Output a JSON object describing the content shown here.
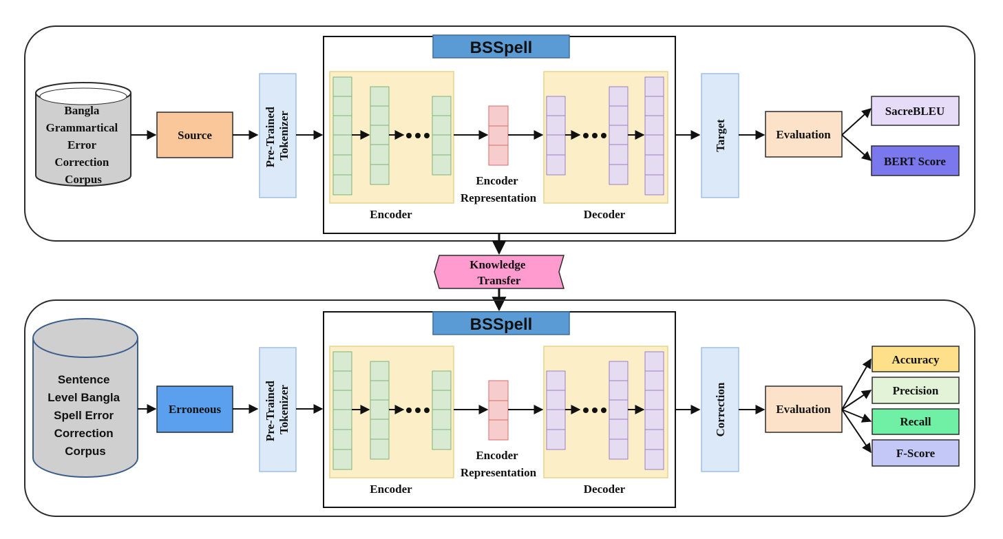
{
  "colors": {
    "outline": "#2b2b2b",
    "source_fill": "#f9c79a",
    "erroneous_fill": "#5aa0ee",
    "tokenizer_fill": "#dce9f8",
    "tokenizer_stroke": "#9fbfe3",
    "bsspell_fill": "#5b9bd5",
    "panel_fill": "#fcefc7",
    "panel_stroke": "#e8d38a",
    "encoder_cell_fill": "#d9ead3",
    "encoder_cell_stroke": "#7fb27a",
    "repr_fill": "#f6cccc",
    "repr_stroke": "#d86b6b",
    "decoder_cell_fill": "#e6dcf1",
    "decoder_cell_stroke": "#9a7fc2",
    "evaluation_fill": "#fbe2c9",
    "sacrebleu_fill": "#e6dcf7",
    "bertscore_fill": "#7b78ee",
    "accuracy_fill": "#ffe08a",
    "precision_fill": "#e2f3d7",
    "recall_fill": "#6ff0a4",
    "fscore_fill": "#c3c8f6",
    "knowledge_fill": "#ff9bcf",
    "cyl_top_fill": "#ffffff",
    "cyl_body_fill": "#cfcfcf",
    "cyl2_stroke": "#3a5e8c"
  },
  "top": {
    "corpus": [
      "Bangla",
      "Grammartical",
      "Error",
      "Correction",
      "Corpus"
    ],
    "input": "Source",
    "tokenizer": [
      "Pre-Trained",
      "Tokenizer"
    ],
    "model_title": "BSSpell",
    "encoder_label": "Encoder",
    "decoder_label": "Decoder",
    "representation": [
      "Encoder",
      "Representation"
    ],
    "output": "Target",
    "evaluation": "Evaluation",
    "metrics": [
      "SacreBLEU",
      "BERT Score"
    ]
  },
  "knowledge_transfer": [
    "Knowledge",
    "Transfer"
  ],
  "bottom": {
    "corpus": [
      "Sentence",
      "Level Bangla",
      "Spell Error",
      "Correction",
      "Corpus"
    ],
    "input": "Erroneous",
    "tokenizer": [
      "Pre-Trained",
      "Tokenizer"
    ],
    "model_title": "BSSpell",
    "encoder_label": "Encoder",
    "decoder_label": "Decoder",
    "representation": [
      "Encoder",
      "Representation"
    ],
    "output": "Correction",
    "evaluation": "Evaluation",
    "metrics": [
      "Accuracy",
      "Precision",
      "Recall",
      "F-Score"
    ]
  }
}
